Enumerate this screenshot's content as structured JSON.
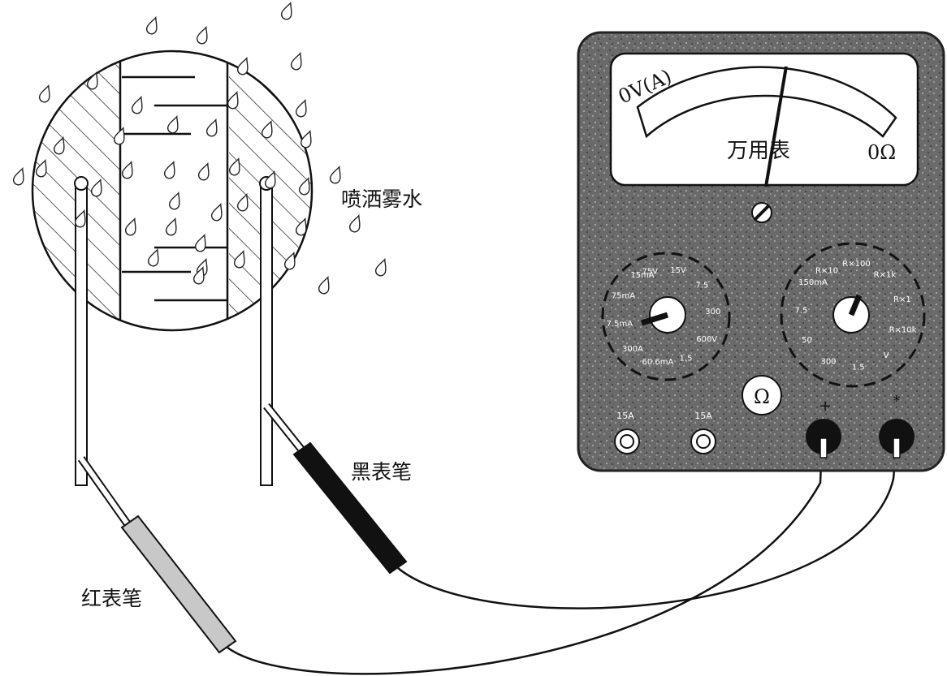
{
  "labels": {
    "spray": "喷洒雾水",
    "black_probe": "黑表笔",
    "red_probe": "红表笔",
    "meter_name": "万用表",
    "scale_left": "0V(A)",
    "scale_right": "0Ω",
    "ohm_symbol": "Ω",
    "jack_plus": "+",
    "jack_common": "*"
  },
  "left_knob": {
    "ranges": [
      "75V",
      "15V",
      "7.5",
      "300",
      "600V",
      "1.5",
      "60.6mA",
      "300A",
      "7.5mA",
      "75mA",
      "15mA"
    ]
  },
  "right_knob": {
    "ranges": [
      "R×10",
      "R×100",
      "R×1k",
      "R×1",
      "R×10k",
      "V",
      "1.5",
      "300",
      "50",
      "7.5",
      "150mA"
    ]
  },
  "small_jacks": [
    "15A",
    "15A"
  ],
  "colors": {
    "meter_body": "#5a5a5a",
    "red_probe": "#c8c8c8",
    "black_probe": "#111111",
    "hatch": "#333333"
  }
}
